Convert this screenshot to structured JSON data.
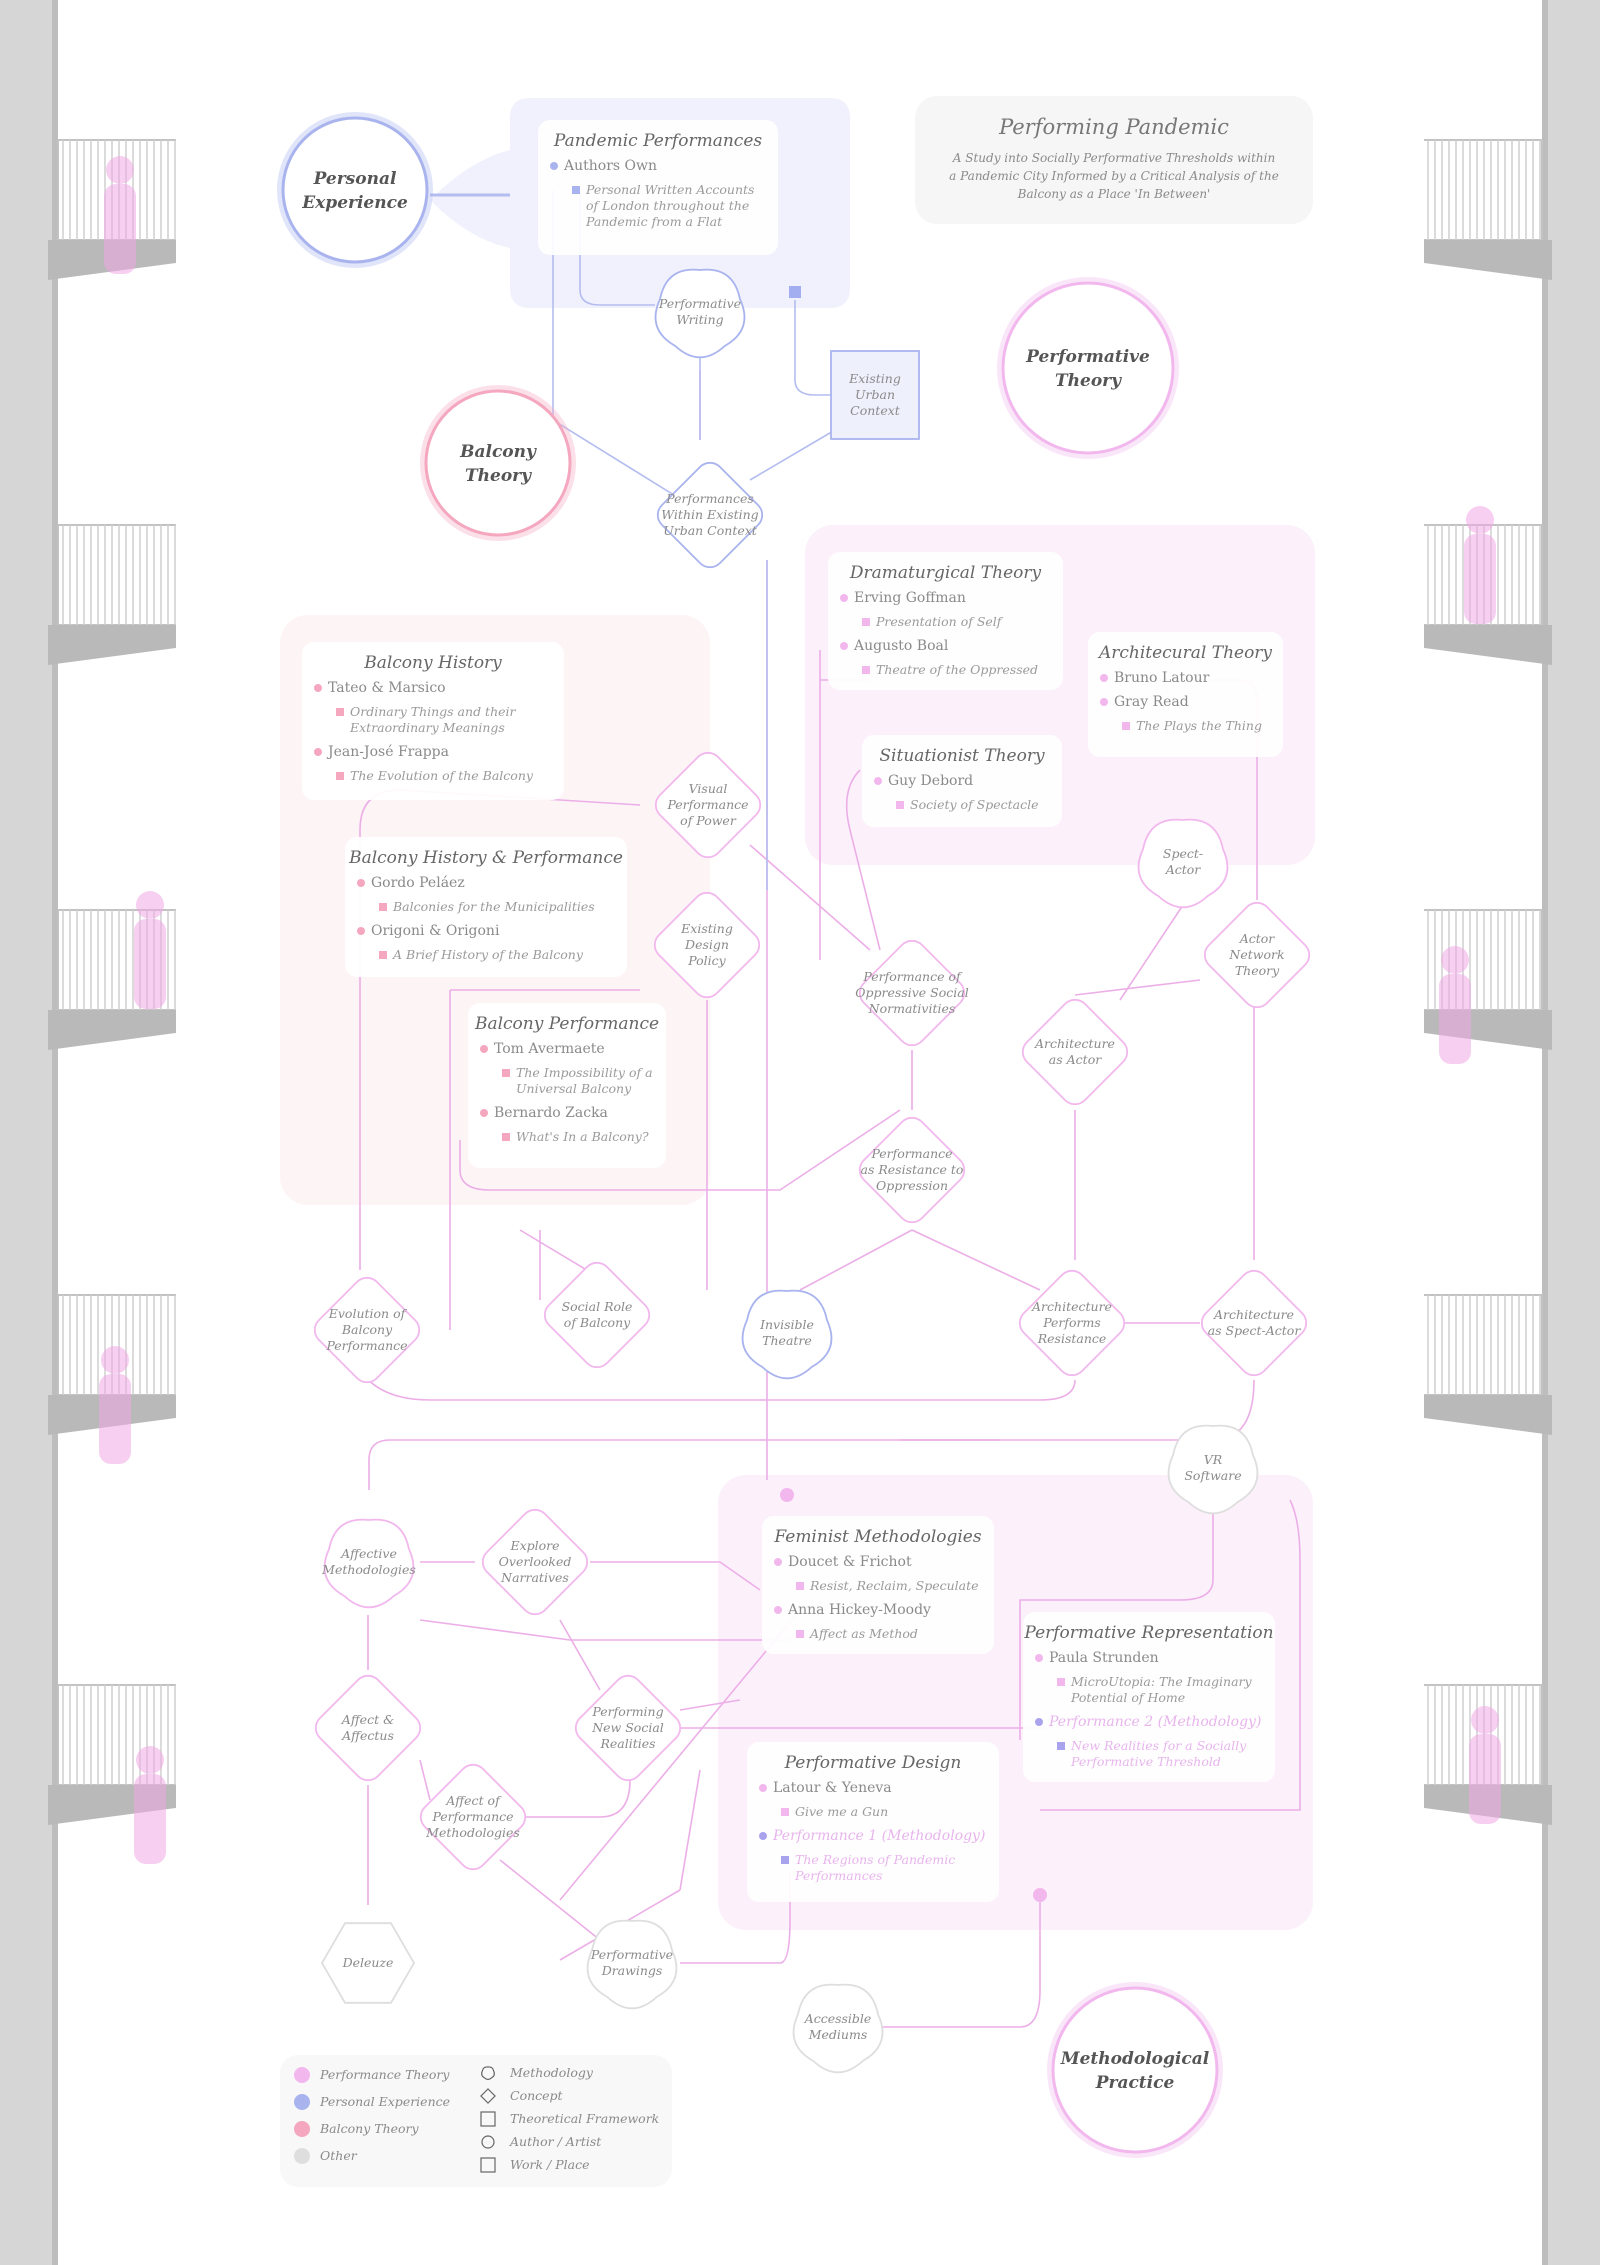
{
  "title": {
    "heading": "Performing Pandemic",
    "lines": [
      "A Study into Socially Performative Thresholds within",
      "a Pandemic City Informed by a Critical Analysis of the",
      "Balcony as a Place 'In Between'"
    ]
  },
  "colors": {
    "performance": "#f2b8ee",
    "personal": "#a9b4ee",
    "balcony": "#f4a7bf",
    "other": "#dedede",
    "edge_pink": "#ecaee7",
    "edge_blue": "#b4bdf0"
  },
  "hubs": [
    {
      "id": "hub-personal-experience",
      "lines": [
        "Personal",
        "Experience"
      ],
      "cat": "personal"
    },
    {
      "id": "hub-performative-theory",
      "lines": [
        "Performative",
        "Theory"
      ],
      "cat": "performance"
    },
    {
      "id": "hub-balcony-theory",
      "lines": [
        "Balcony",
        "Theory"
      ],
      "cat": "balcony"
    },
    {
      "id": "hub-methodological-practice",
      "lines": [
        "Methodological",
        "Practice"
      ],
      "cat": "performance"
    }
  ],
  "concepts": [
    {
      "id": "performative-writing",
      "lines": [
        "Performative",
        "Writing"
      ],
      "shape": "flower",
      "cat": "personal"
    },
    {
      "id": "existing-urban-context",
      "lines": [
        "Existing",
        "Urban",
        "Context"
      ],
      "shape": "square",
      "cat": "personal"
    },
    {
      "id": "performances-within-existing-urban-context",
      "lines": [
        "Performances",
        "Within Existing",
        "Urban Context"
      ],
      "shape": "diamond",
      "cat": "personal"
    },
    {
      "id": "visual-performance-of-power",
      "lines": [
        "Visual",
        "Performance",
        "of Power"
      ],
      "shape": "diamond",
      "cat": "performance"
    },
    {
      "id": "existing-design-policy",
      "lines": [
        "Existing",
        "Design",
        "Policy"
      ],
      "shape": "diamond",
      "cat": "performance"
    },
    {
      "id": "performance-of-oppressive-social-normativities",
      "lines": [
        "Performance of",
        "Oppressive Social",
        "Normativities"
      ],
      "shape": "diamond",
      "cat": "performance"
    },
    {
      "id": "spect-actor",
      "lines": [
        "Spect-",
        "Actor"
      ],
      "shape": "flower",
      "cat": "performance"
    },
    {
      "id": "actor-network-theory",
      "lines": [
        "Actor",
        "Network",
        "Theory"
      ],
      "shape": "diamond",
      "cat": "performance"
    },
    {
      "id": "architecture-as-actor",
      "lines": [
        "Architecture",
        "as Actor"
      ],
      "shape": "diamond",
      "cat": "performance"
    },
    {
      "id": "performance-as-resistance-to-oppression",
      "lines": [
        "Performance",
        "as Resistance to",
        "Oppression"
      ],
      "shape": "diamond",
      "cat": "performance"
    },
    {
      "id": "evolution-of-balcony-performance",
      "lines": [
        "Evolution of",
        "Balcony",
        "Performance"
      ],
      "shape": "diamond",
      "cat": "performance"
    },
    {
      "id": "social-role-of-balcony",
      "lines": [
        "Social Role",
        "of Balcony"
      ],
      "shape": "diamond",
      "cat": "performance"
    },
    {
      "id": "invisible-theatre",
      "lines": [
        "Invisible",
        "Theatre"
      ],
      "shape": "flower",
      "cat": "personal"
    },
    {
      "id": "architecture-performs-resistance",
      "lines": [
        "Architecture",
        "Performs",
        "Resistance"
      ],
      "shape": "diamond",
      "cat": "performance"
    },
    {
      "id": "architecture-as-spect-actor",
      "lines": [
        "Architecture",
        "as Spect-Actor"
      ],
      "shape": "diamond",
      "cat": "performance"
    },
    {
      "id": "vr-software",
      "lines": [
        "VR",
        "Software"
      ],
      "shape": "flower",
      "cat": "other"
    },
    {
      "id": "affective-methodologies",
      "lines": [
        "Affective",
        "Methodologies"
      ],
      "shape": "flower",
      "cat": "performance"
    },
    {
      "id": "explore-overlooked-narratives",
      "lines": [
        "Explore",
        "Overlooked",
        "Narratives"
      ],
      "shape": "diamond",
      "cat": "performance"
    },
    {
      "id": "affect-and-affectus",
      "lines": [
        "Affect &",
        "Affectus"
      ],
      "shape": "diamond",
      "cat": "performance"
    },
    {
      "id": "performing-new-social-realities",
      "lines": [
        "Performing",
        "New Social",
        "Realities"
      ],
      "shape": "diamond",
      "cat": "performance"
    },
    {
      "id": "affect-of-performance-methodologies",
      "lines": [
        "Affect of",
        "Performance",
        "Methodologies"
      ],
      "shape": "diamond",
      "cat": "performance"
    },
    {
      "id": "deleuze",
      "lines": [
        "Deleuze"
      ],
      "shape": "hexagon",
      "cat": "other"
    },
    {
      "id": "performative-drawings",
      "lines": [
        "Performative",
        "Drawings"
      ],
      "shape": "flower",
      "cat": "other"
    },
    {
      "id": "accessible-mediums",
      "lines": [
        "Accessible",
        "Mediums"
      ],
      "shape": "flower",
      "cat": "other"
    }
  ],
  "boxes": [
    {
      "id": "box-pandemic-performances",
      "title": "Pandemic Performances",
      "cat": "personal",
      "items": [
        {
          "kind": "author",
          "lines": [
            "Authors Own"
          ]
        },
        {
          "kind": "work",
          "lines": [
            "Personal Written Accounts",
            "of London throughout the",
            "Pandemic from a Flat"
          ]
        }
      ]
    },
    {
      "id": "box-dramaturgical-theory",
      "title": "Dramaturgical Theory",
      "cat": "performance",
      "items": [
        {
          "kind": "author",
          "lines": [
            "Erving Goffman"
          ]
        },
        {
          "kind": "work",
          "lines": [
            "Presentation of Self"
          ]
        },
        {
          "kind": "author",
          "lines": [
            "Augusto Boal"
          ]
        },
        {
          "kind": "work",
          "lines": [
            "Theatre of the Oppressed"
          ]
        }
      ]
    },
    {
      "id": "box-architectural-theory",
      "title": "Architecural Theory",
      "cat": "performance",
      "items": [
        {
          "kind": "author",
          "lines": [
            "Bruno Latour"
          ]
        },
        {
          "kind": "author",
          "lines": [
            "Gray Read"
          ]
        },
        {
          "kind": "work",
          "lines": [
            "The Plays the Thing"
          ]
        }
      ]
    },
    {
      "id": "box-situationist-theory",
      "title": "Situationist Theory",
      "cat": "performance",
      "items": [
        {
          "kind": "author",
          "lines": [
            "Guy Debord"
          ]
        },
        {
          "kind": "work",
          "lines": [
            "Society of Spectacle"
          ]
        }
      ]
    },
    {
      "id": "box-balcony-history",
      "title": "Balcony History",
      "cat": "balcony",
      "items": [
        {
          "kind": "author",
          "lines": [
            "Tateo & Marsico"
          ]
        },
        {
          "kind": "work",
          "lines": [
            "Ordinary Things and their",
            "Extraordinary Meanings"
          ]
        },
        {
          "kind": "author",
          "lines": [
            "Jean-José Frappa"
          ]
        },
        {
          "kind": "work",
          "lines": [
            "The Evolution of the Balcony"
          ]
        }
      ]
    },
    {
      "id": "box-balcony-history-performance",
      "title": "Balcony History & Performance",
      "cat": "balcony",
      "items": [
        {
          "kind": "author",
          "lines": [
            "Gordo Peláez"
          ]
        },
        {
          "kind": "work",
          "lines": [
            "Balconies for the Municipalities"
          ]
        },
        {
          "kind": "author",
          "lines": [
            "Origoni & Origoni"
          ]
        },
        {
          "kind": "work",
          "lines": [
            "A Brief History of the Balcony"
          ]
        }
      ]
    },
    {
      "id": "box-balcony-performance",
      "title": "Balcony Performance",
      "cat": "balcony",
      "items": [
        {
          "kind": "author",
          "lines": [
            "Tom Avermaete"
          ]
        },
        {
          "kind": "work",
          "lines": [
            "The Impossibility of a",
            "Universal Balcony"
          ]
        },
        {
          "kind": "author",
          "lines": [
            "Bernardo Zacka"
          ]
        },
        {
          "kind": "work",
          "lines": [
            "What's In a Balcony?"
          ]
        }
      ]
    },
    {
      "id": "box-feminist-methodologies",
      "title": "Feminist Methodologies",
      "cat": "performance",
      "items": [
        {
          "kind": "author",
          "lines": [
            "Doucet & Frichot"
          ]
        },
        {
          "kind": "work",
          "lines": [
            "Resist, Reclaim, Speculate"
          ]
        },
        {
          "kind": "author",
          "lines": [
            "Anna Hickey-Moody"
          ]
        },
        {
          "kind": "work",
          "lines": [
            "Affect as Method"
          ]
        }
      ]
    },
    {
      "id": "box-performative-representation",
      "title": "Performative Representation",
      "cat": "performance",
      "items": [
        {
          "kind": "author",
          "lines": [
            "Paula Strunden"
          ]
        },
        {
          "kind": "work",
          "lines": [
            "MicroUtopia: The Imaginary",
            "Potential of Home"
          ]
        },
        {
          "kind": "highlight",
          "lines": [
            "Performance 2 (Methodology)"
          ]
        },
        {
          "kind": "highlight-work",
          "lines": [
            "New Realities for a Socially",
            "Performative Threshold"
          ]
        }
      ]
    },
    {
      "id": "box-performative-design",
      "title": "Performative Design",
      "cat": "performance",
      "items": [
        {
          "kind": "author",
          "lines": [
            "Latour & Yeneva"
          ]
        },
        {
          "kind": "work",
          "lines": [
            "Give me a Gun"
          ]
        },
        {
          "kind": "highlight",
          "lines": [
            "Performance 1 (Methodology)"
          ]
        },
        {
          "kind": "highlight-work",
          "lines": [
            "The Regions of Pandemic",
            "Performances"
          ]
        }
      ]
    }
  ],
  "legend": {
    "categories": [
      {
        "label": "Performance Theory",
        "cat": "performance"
      },
      {
        "label": "Personal Experience",
        "cat": "personal"
      },
      {
        "label": "Balcony Theory",
        "cat": "balcony"
      },
      {
        "label": "Other",
        "cat": "other"
      }
    ],
    "shapes": [
      {
        "label": "Methodology",
        "shape": "flower"
      },
      {
        "label": "Concept",
        "shape": "diamond"
      },
      {
        "label": "Theoretical Framework",
        "shape": "square"
      },
      {
        "label": "Author / Artist",
        "shape": "circle"
      },
      {
        "label": "Work / Place",
        "shape": "square"
      }
    ]
  }
}
